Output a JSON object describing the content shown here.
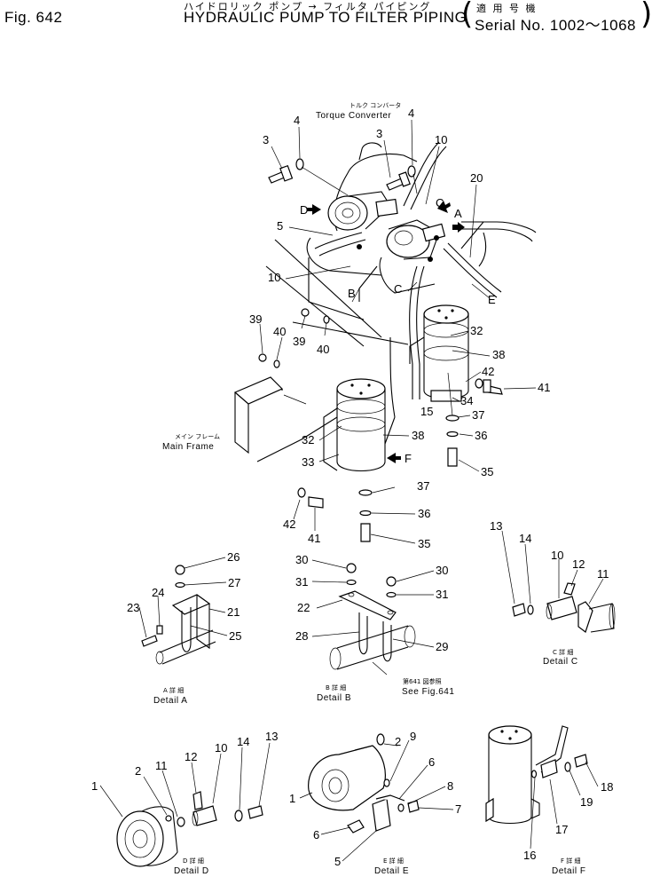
{
  "header": {
    "title_jp": "ハイドロリック ポンプ → フィルタ パイピング",
    "fig": "Fig. 642",
    "title": "HYDRAULIC PUMP TO FILTER PIPING",
    "applicable_jp": "適 用 号 機",
    "serial": "Serial No. 1002～1068"
  },
  "labels": {
    "torque_converter_jp": "トルク  コンバータ",
    "torque_converter": "Torque  Converter",
    "main_frame_jp": "メイン フレーム",
    "main_frame": "Main Frame",
    "see_fig_jp": "第641 図参照",
    "see_fig": "See Fig.641"
  },
  "details": {
    "a": {
      "jp": "A 詳 細",
      "en": "Detail  A"
    },
    "b": {
      "jp": "B 詳 細",
      "en": "Detail  B"
    },
    "c": {
      "jp": "C 詳 細",
      "en": "Detail  C"
    },
    "d": {
      "jp": "D 詳 細",
      "en": "Detail  D"
    },
    "e": {
      "jp": "E 詳 細",
      "en": "Detail  E"
    },
    "f": {
      "jp": "F 詳 細",
      "en": "Detail  F"
    }
  },
  "view_letters": {
    "a": "A",
    "b": "B",
    "c": "C",
    "d": "D",
    "e": "E",
    "f": "F"
  },
  "callouts": {
    "main": [
      "3",
      "4",
      "3",
      "4",
      "10",
      "20",
      "5",
      "10",
      "39",
      "40",
      "39",
      "40",
      "32",
      "38",
      "42",
      "41",
      "34",
      "15",
      "37",
      "36",
      "35",
      "32",
      "33",
      "38",
      "37",
      "36",
      "35",
      "42",
      "41"
    ],
    "detail_a": [
      "26",
      "27",
      "24",
      "23",
      "21",
      "25"
    ],
    "detail_b": [
      "30",
      "31",
      "30",
      "31",
      "22",
      "28",
      "29"
    ],
    "detail_c": [
      "13",
      "14",
      "10",
      "12",
      "11"
    ],
    "detail_d": [
      "1",
      "2",
      "11",
      "12",
      "10",
      "14",
      "13"
    ],
    "detail_e": [
      "2",
      "9",
      "6",
      "1",
      "8",
      "7",
      "6",
      "5"
    ],
    "detail_f": [
      "18",
      "19",
      "17",
      "16"
    ]
  }
}
